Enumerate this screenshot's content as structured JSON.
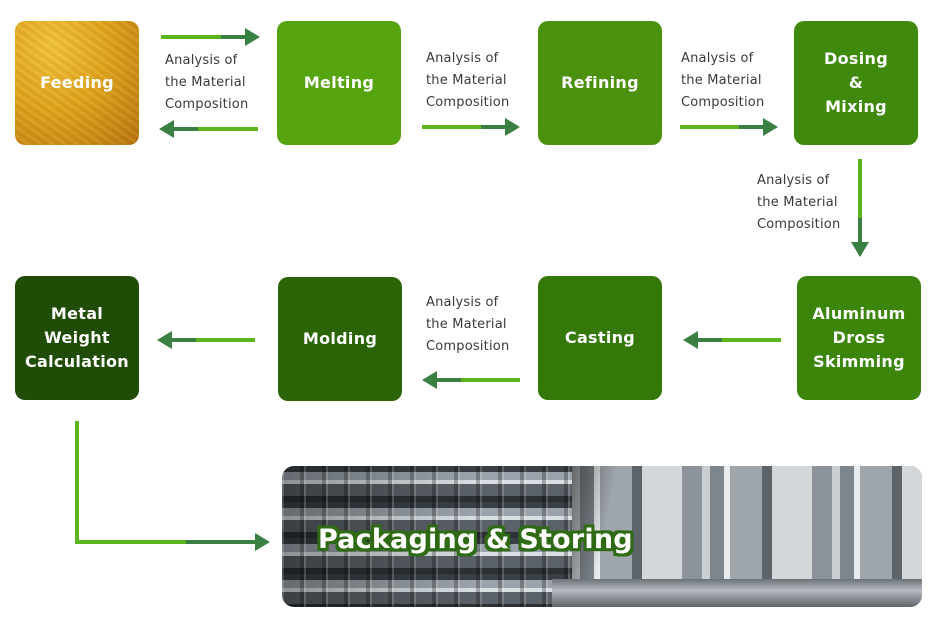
{
  "title": "Aluminum ingot production process",
  "colors": {
    "arrow_light": "#5cb51c",
    "arrow_dark": "#3a8043",
    "text": "#3a3a3a"
  },
  "steps": [
    {
      "id": "feeding",
      "label": "Feeding",
      "color": "#dfa21e"
    },
    {
      "id": "melting",
      "label": "Melting",
      "color": "#56a40f"
    },
    {
      "id": "refining",
      "label": "Refining",
      "color": "#4c910e"
    },
    {
      "id": "dosing-mixing",
      "label": "Dosing\n&\nMixing",
      "color": "#3f8a0d"
    },
    {
      "id": "aluminum-dross-skimming",
      "label": "Aluminum\nDross\nSkimming",
      "color": "#3a850a"
    },
    {
      "id": "casting",
      "label": "Casting",
      "color": "#35780a"
    },
    {
      "id": "molding",
      "label": "Molding",
      "color": "#2b6406"
    },
    {
      "id": "metal-weight-calculation",
      "label": "Metal\nWeight\nCalculation",
      "color": "#214c05"
    },
    {
      "id": "packaging-storing",
      "label": "Packaging & Storing"
    }
  ],
  "notes": [
    "Analysis of\nthe Material\nComposition",
    "Analysis of\nthe Material\nComposition",
    "Analysis of\nthe Material\nComposition",
    "Analysis of\nthe Material\nComposition",
    "Analysis of\nthe Material\nComposition"
  ]
}
